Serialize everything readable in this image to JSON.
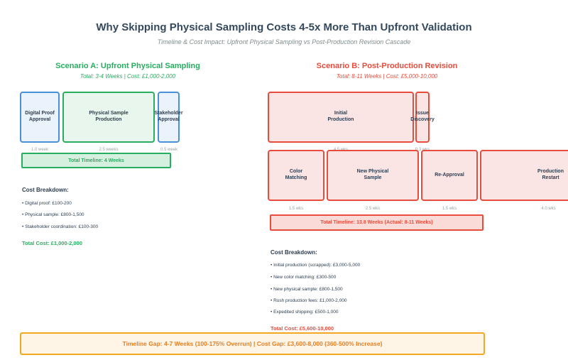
{
  "title": "Why Skipping Physical Sampling Costs 4-5x More Than Upfront Validation",
  "subtitle": "Timeline & Cost Impact: Upfront Physical Sampling vs Post-Production Revision Cascade",
  "scenario_a": {
    "title": "Scenario A: Upfront Physical Sampling",
    "subtitle": "Total: 3-4 Weeks | Cost: £1,000-2,000",
    "stages": [
      {
        "label": "Digital Proof\nApproval",
        "duration": "1.0 week"
      },
      {
        "label": "Physical Sample\nProduction",
        "duration": "2.5 weeks"
      },
      {
        "label": "Stakeholder\nApproval",
        "duration": "0.5 week"
      }
    ],
    "total_timeline": "Total Timeline: 4 Weeks",
    "cost_breakdown_title": "Cost Breakdown:",
    "cost_items": [
      "• Digital proof: £100-200",
      "• Physical sample: £800-1,500",
      "• Stakeholder coordination: £100-300"
    ],
    "total_cost": "Total Cost: £1,000-2,000"
  },
  "scenario_b": {
    "title": "Scenario B: Post-Production Revision",
    "subtitle": "Total: 8-11 Weeks | Cost: £5,000-10,000",
    "row1": [
      {
        "label": "Initial\nProduction",
        "duration": "4.5 wks"
      },
      {
        "label": "Issue\nDiscovery",
        "duration": "0.3 wks"
      }
    ],
    "row2": [
      {
        "label": "Color\nMatching",
        "duration": "1.5 wks"
      },
      {
        "label": "New Physical\nSample",
        "duration": "2.5 wks"
      },
      {
        "label": "Re-Approval",
        "duration": "1.5 wks"
      },
      {
        "label": "Production\nRestart",
        "duration": "4.0 wks"
      }
    ],
    "total_timeline": "Total Timeline: 13.8 Weeks (Actual: 8-11 Weeks)",
    "cost_breakdown_title": "Cost Breakdown:",
    "cost_items": [
      "• Initial production (scrapped): £3,000-5,000",
      "• New color matching: £300-500",
      "• New physical sample: £800-1,500",
      "• Rush production fees: £1,000-2,000",
      "• Expedited shipping: £500-1,000"
    ],
    "total_cost": "Total Cost: £5,600-10,000"
  },
  "gap_summary": "Timeline Gap: 4-7 Weeks (100-175% Overrun) | Cost Gap: £3,600-8,000 (360-500% Increase)",
  "colors": {
    "scenario_a": "#27ae60",
    "scenario_b": "#e74c3c",
    "gap": "#f5a623",
    "digital_stage": "#4a90d9"
  }
}
